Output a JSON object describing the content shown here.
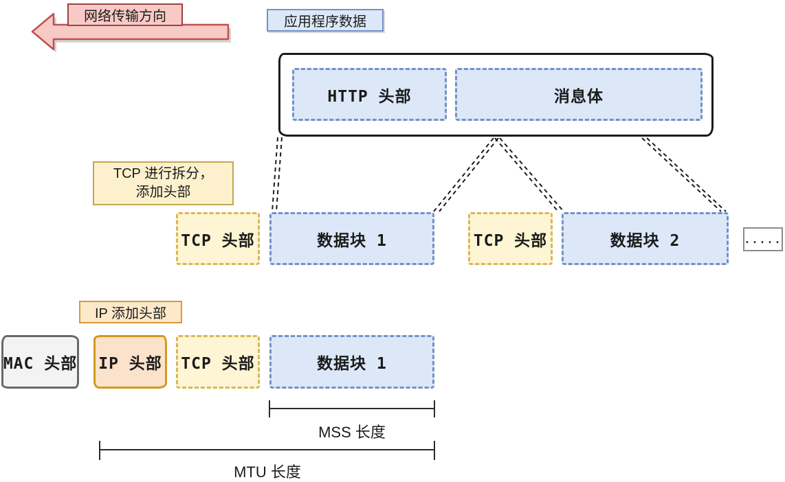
{
  "colors": {
    "ink": "#1b1b1b",
    "pink-fill": "#f8cac6",
    "pink-border": "#c0504d",
    "pink-note-border": "#9a423f",
    "blue-fill": "#dce8f7",
    "blue-border": "#7391c7",
    "yellow-fill": "#fdf5d3",
    "yellow-border": "#d8b757",
    "note-yellow-fill": "#fdf1cd",
    "note-yellow-border": "#c4a455",
    "orange-fill": "#fbe2ca",
    "orange-border": "#d2991b",
    "note-orange-fill": "#fce9c9",
    "note-orange-border": "#d49a3e",
    "gray-fill": "#f3f3f3",
    "gray-border": "#686868"
  },
  "transmission": {
    "label": "网络传输方向"
  },
  "application": {
    "label": "应用程序数据",
    "http_header": "HTTP 头部",
    "message_body": "消息体"
  },
  "tcp_stage": {
    "note_line1": "TCP 进行拆分，",
    "note_line2": "添加头部",
    "segments": [
      {
        "header": "TCP 头部",
        "data": "数据块 1"
      },
      {
        "header": "TCP 头部",
        "data": "数据块 2"
      }
    ],
    "ellipsis": "....."
  },
  "ip_stage": {
    "note": "IP 添加头部",
    "mac_header": "MAC 头部",
    "ip_header": "IP 头部",
    "tcp_header": "TCP 头部",
    "data_block": "数据块 1"
  },
  "measurements": {
    "mss_label": "MSS 长度",
    "mtu_label": "MTU 长度"
  }
}
